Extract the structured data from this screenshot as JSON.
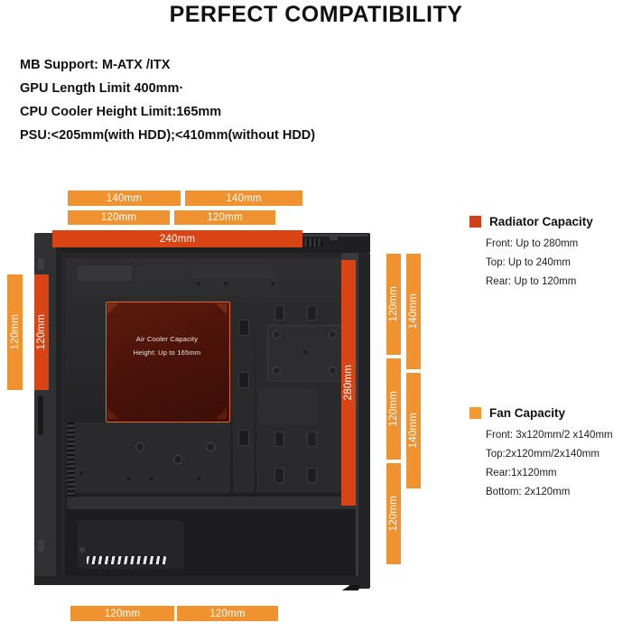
{
  "header": {
    "title": "PERFECT COMPATIBILITY",
    "specs": [
      "MB Support: M-ATX /ITX",
      "GPU Length Limit 400mm·",
      "CPU Cooler Height Limit:165mm",
      "PSU:<205mm(with HDD);<410mm(without HDD)"
    ]
  },
  "colors": {
    "radiator": "#d94414",
    "fan": "#f0922f",
    "legend_radiator_swatch": "#d2401a",
    "legend_fan_swatch": "#f3992f",
    "case_body": "#2c2c2e",
    "cooler_zone": "#4a1209"
  },
  "measurements": {
    "top_row_140": [
      {
        "label": "140mm",
        "type": "fan"
      },
      {
        "label": "140mm",
        "type": "fan"
      }
    ],
    "top_row_120": [
      {
        "label": "120mm",
        "type": "fan"
      },
      {
        "label": "120mm",
        "type": "fan"
      }
    ],
    "top_radiator": {
      "label": "240mm",
      "type": "radiator"
    },
    "left_outer": {
      "label": "120mm",
      "type": "fan"
    },
    "left_inner": {
      "label": "120mm",
      "type": "radiator"
    },
    "front_radiator": {
      "label": "280mm",
      "type": "radiator"
    },
    "right_inner_120": [
      {
        "label": "120mm",
        "type": "fan"
      },
      {
        "label": "120mm",
        "type": "fan"
      },
      {
        "label": "120mm",
        "type": "fan"
      }
    ],
    "right_outer_140": [
      {
        "label": "140mm",
        "type": "fan"
      },
      {
        "label": "140mm",
        "type": "fan"
      }
    ],
    "bottom_row": [
      {
        "label": "120mm",
        "type": "fan"
      },
      {
        "label": "120mm",
        "type": "fan"
      }
    ]
  },
  "case_annotation": {
    "cooler_line1": "Air Cooler Capacity",
    "cooler_line2": "Height: Up to 165mm"
  },
  "legend": {
    "radiator": {
      "title": "Radiator Capacity",
      "items": [
        "Front: Up to 280mm",
        "Top: Up to 240mm",
        "Rear: Up to 120mm"
      ]
    },
    "fan": {
      "title": "Fan Capacity",
      "items": [
        "Front: 3x120mm/2 x140mm",
        "Top:2x120mm/2x140mm",
        "Rear:1x120mm",
        "Bottom: 2x120mm"
      ]
    }
  }
}
